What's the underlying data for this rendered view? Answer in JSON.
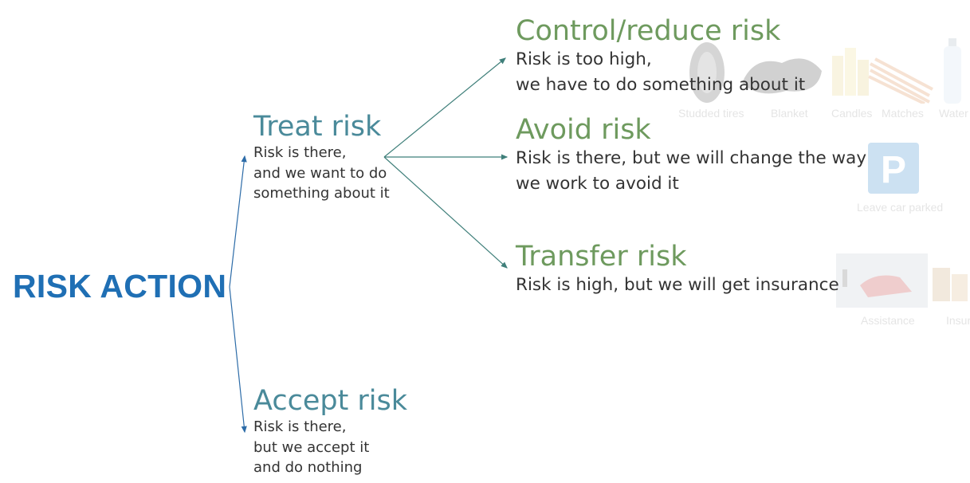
{
  "root": {
    "label": "RISK ACTION"
  },
  "branches": {
    "treat": {
      "title": "Treat risk",
      "lines": [
        "Risk is there,",
        "and we want to do",
        "something about it"
      ]
    },
    "accept": {
      "title": "Accept risk",
      "lines": [
        "Risk is there,",
        "but we accept it",
        "and do nothing"
      ]
    }
  },
  "treat_options": {
    "control": {
      "title": "Control/reduce risk",
      "lines": [
        "Risk is too high,",
        "we have to do something about it"
      ]
    },
    "avoid": {
      "title": "Avoid risk",
      "lines": [
        "Risk is there, but we will change the way",
        "we work to avoid it"
      ]
    },
    "transfer": {
      "title": "Transfer risk",
      "lines": [
        "Risk is high, but we will get insurance"
      ]
    }
  },
  "background_images": {
    "control": [
      "Studded tires",
      "Blanket",
      "Candles",
      "Matches",
      "Water"
    ],
    "avoid": [
      "Leave car parked"
    ],
    "transfer": [
      "Assistance",
      "Insur"
    ]
  },
  "colors": {
    "root": "#1f6fb4",
    "branch_title": "#4a8a9a",
    "option_title": "#6e9a5e",
    "connector_blue": "#2d6ca8",
    "connector_teal": "#3f7f7a"
  }
}
